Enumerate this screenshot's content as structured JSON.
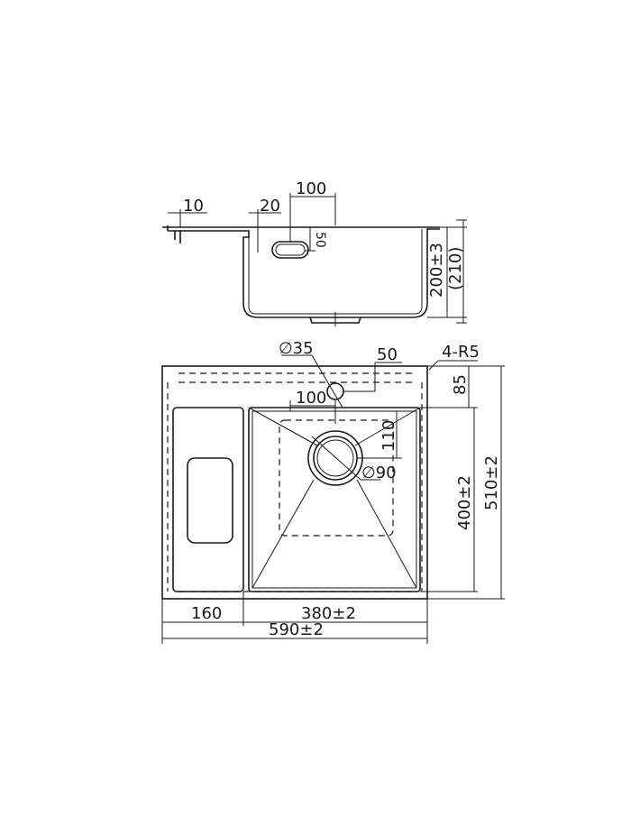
{
  "side_view": {
    "dim_flange": "10",
    "dim_offset": "20",
    "dim_overflow_pos": "100",
    "dim_overflow_height": "50",
    "dim_depth": "200±3",
    "dim_total_depth": "(210)"
  },
  "top_view": {
    "dim_tap_hole": "∅35",
    "dim_tap_offset": "50",
    "dim_corner_radius": "4-R5",
    "dim_tap_from_edge": "100",
    "dim_top_margin": "85",
    "dim_drain_offset": "110",
    "dim_drain": "∅90",
    "dim_bowl_depth": "400±2",
    "dim_total_depth": "510±2",
    "dim_drainboard_width": "160",
    "dim_bowl_width": "380±2",
    "dim_total_width": "590±2"
  }
}
